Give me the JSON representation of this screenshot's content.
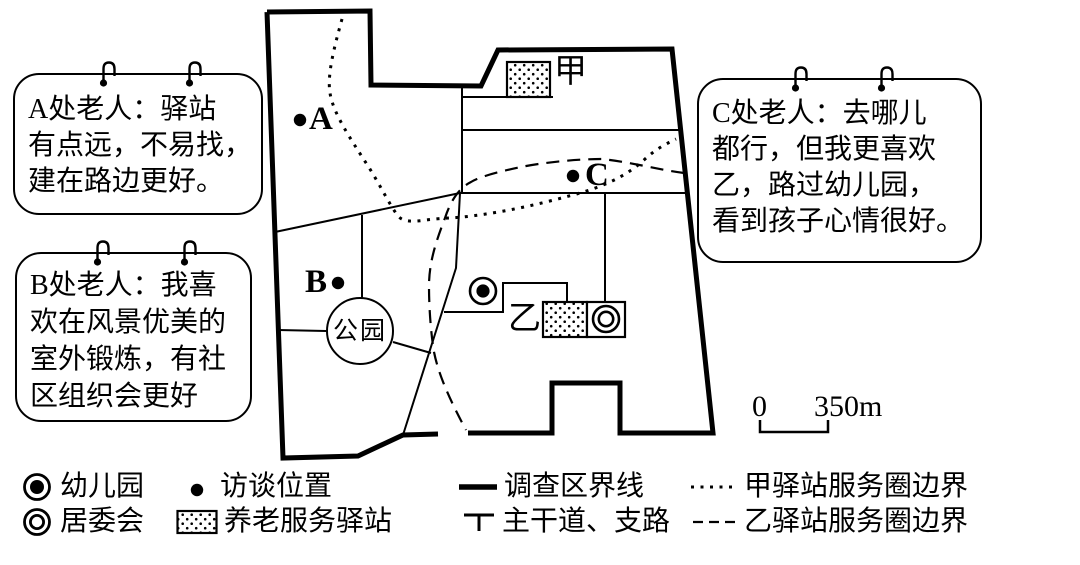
{
  "bubbles": {
    "a": {
      "lines": [
        "A处老人：驿站",
        "有点远，不易找，",
        "建在路边更好。"
      ]
    },
    "b": {
      "lines": [
        "B处老人：我喜",
        "欢在风景优美的",
        "室外锻炼，有社",
        "区组织会更好"
      ]
    },
    "c": {
      "lines": [
        "C处老人：去哪儿",
        "都行，但我更喜欢",
        "乙，路过幼儿园，",
        "看到孩子心情很好。"
      ]
    }
  },
  "map": {
    "station_jia": "甲",
    "station_yi": "乙",
    "park": "公园",
    "points": {
      "a": "A",
      "b": "B",
      "c": "C"
    },
    "scale_zero": "0",
    "scale_label": "350m"
  },
  "legend": {
    "items": [
      {
        "icon": "kindergarten-icon",
        "label": "幼儿园"
      },
      {
        "icon": "residents-committee-icon",
        "label": "居委会"
      },
      {
        "icon": "interview-point-icon",
        "label": "访谈位置"
      },
      {
        "icon": "service-station-icon",
        "label": "养老服务驿站"
      },
      {
        "icon": "survey-boundary-icon",
        "label": "调查区界线"
      },
      {
        "icon": "road-icon",
        "label": "主干道、支路"
      },
      {
        "icon": "jia-service-circle-icon",
        "label": "甲驿站服务圈边界"
      },
      {
        "icon": "yi-service-circle-icon",
        "label": "乙驿站服务圈边界"
      }
    ]
  },
  "colors": {
    "ink": "#000000",
    "background": "#ffffff"
  }
}
